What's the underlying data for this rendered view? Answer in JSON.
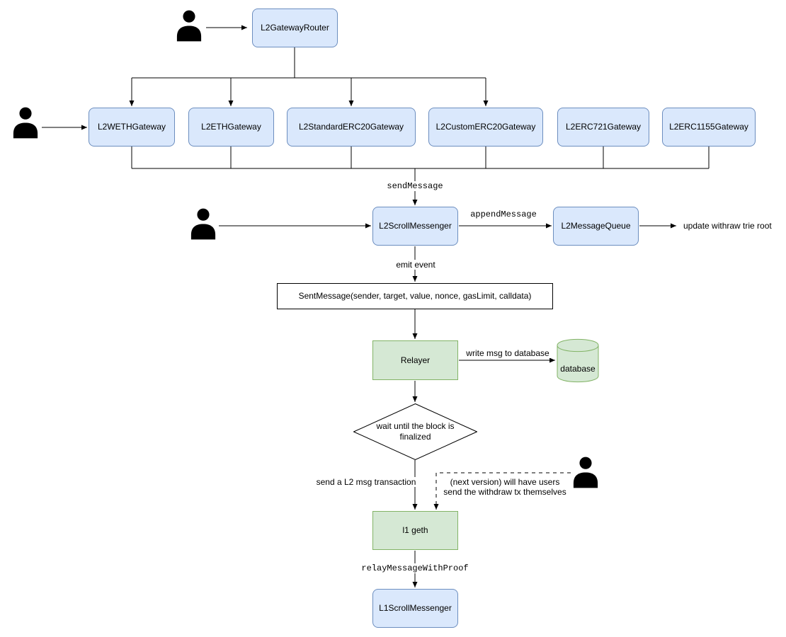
{
  "diagram": {
    "nodes": {
      "l2_gateway_router": "L2GatewayRouter",
      "l2_weth_gateway": "L2WETHGateway",
      "l2_eth_gateway": "L2ETHGateway",
      "l2_standard_erc20_gateway": "L2StandardERC20Gateway",
      "l2_custom_erc20_gateway": "L2CustomERC20Gateway",
      "l2_erc721_gateway": "L2ERC721Gateway",
      "l2_erc1155_gateway": "L2ERC1155Gateway",
      "l2_scroll_messenger": "L2ScrollMessenger",
      "l2_message_queue": "L2MessageQueue",
      "sent_message_event": "SentMessage(sender, target, value, nonce, gasLimit, calldata)",
      "relayer": "Relayer",
      "database": "database",
      "wait_decision": "wait until the block is finalized",
      "l1_geth": "l1 geth",
      "l1_scroll_messenger": "L1ScrollMessenger"
    },
    "labels": {
      "send_message": "sendMessage",
      "append_message": "appendMessage",
      "update_withdraw_root": "update withraw trie root",
      "emit_event": "emit event",
      "write_msg_to_database": "write msg to database",
      "send_l2_msg_transaction": "send a L2 msg transaction",
      "next_version_note": "(next version) will have users send the withdraw tx themselves",
      "relay_message_with_proof": "relayMessageWithProof"
    },
    "colors": {
      "node_blue_fill": "#dae8fc",
      "node_blue_border": "#6c8ebf",
      "node_green_fill": "#d5e8d4",
      "node_green_border": "#82b366",
      "actor_color": "#000000"
    }
  }
}
